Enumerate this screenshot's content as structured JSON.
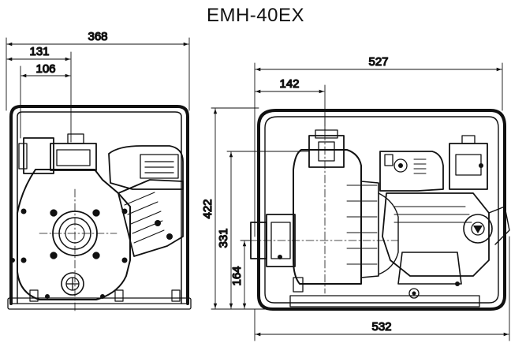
{
  "title": "EMH-40EX",
  "dimensions": {
    "width_overall": "368",
    "inlet_offset": "131",
    "outlet_offset": "106",
    "length_top": "527",
    "length_offset": "142",
    "length_bottom": "532",
    "height_total": "422",
    "height_outlet": "331",
    "height_inlet": "164"
  }
}
